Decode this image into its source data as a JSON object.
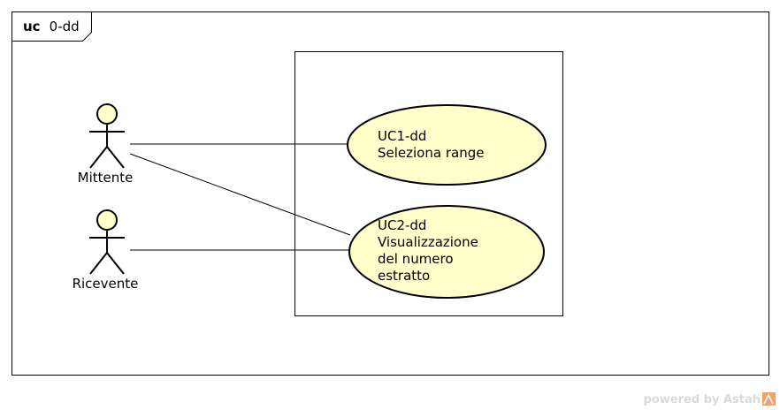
{
  "frame": {
    "keyword": "uc",
    "name": "0-dd"
  },
  "actors": [
    {
      "id": "mittente",
      "label": "Mittente"
    },
    {
      "id": "ricevente",
      "label": "Ricevente"
    }
  ],
  "use_cases": [
    {
      "id": "uc1",
      "lines": [
        "UC1-dd",
        "Seleziona range"
      ]
    },
    {
      "id": "uc2",
      "lines": [
        "UC2-dd",
        "Visualizzazione",
        "del numero",
        "estratto"
      ]
    }
  ],
  "associations": [
    {
      "from": "mittente",
      "to": "uc1"
    },
    {
      "from": "mittente",
      "to": "uc2"
    },
    {
      "from": "ricevente",
      "to": "uc2"
    }
  ],
  "watermark": {
    "text": "powered by Astah"
  },
  "colors": {
    "actor_fill": "#ffffcc",
    "usecase_fill": "#ffffcc",
    "stroke": "#000000",
    "watermark_text": "#d9d9d9",
    "watermark_logo": "#f0a070"
  }
}
